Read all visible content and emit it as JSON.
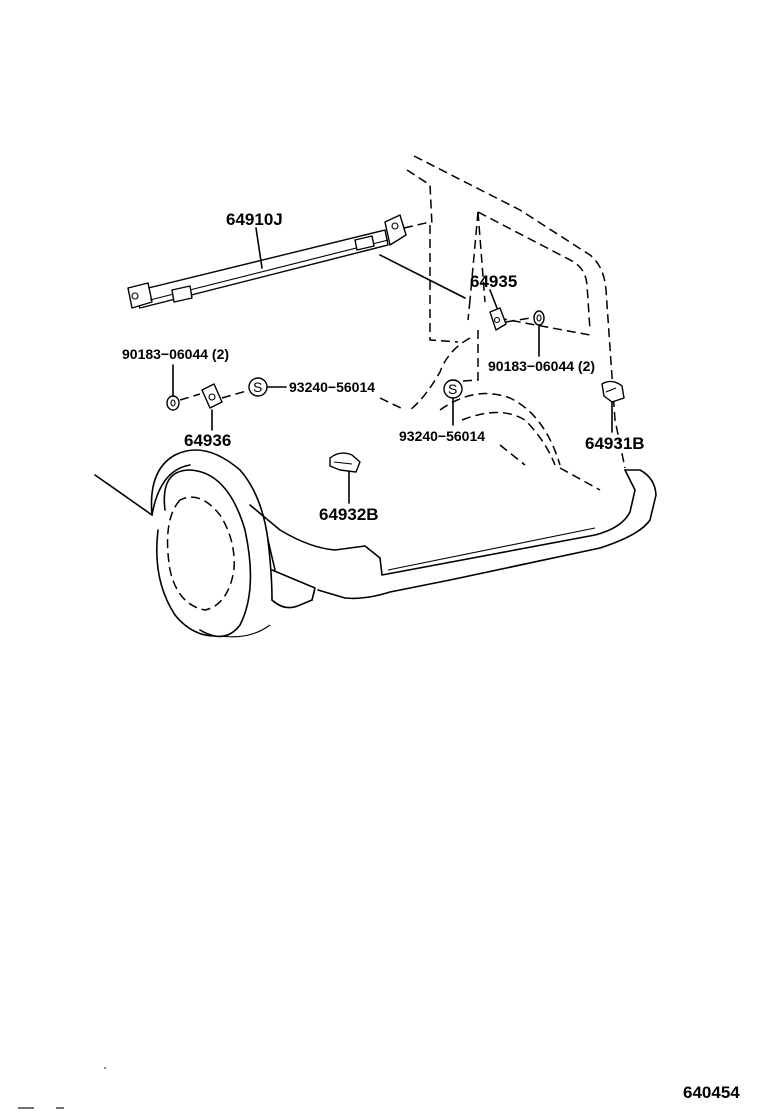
{
  "labels": {
    "p64910J": "64910J",
    "p64935": "64935",
    "p90183_left": "90183−06044 (2)",
    "p90183_right": "90183−06044 (2)",
    "p93240_left": "93240−56014",
    "p93240_right": "93240−56014",
    "p64936": "64936",
    "p64932B": "64932B",
    "p64931B": "64931B",
    "figure_number": "640454",
    "s_marker": "S"
  },
  "icons": [
    "screw-symbol-icon",
    "clip-icon",
    "grommet-icon",
    "bracket-icon",
    "mudguard-icon"
  ]
}
